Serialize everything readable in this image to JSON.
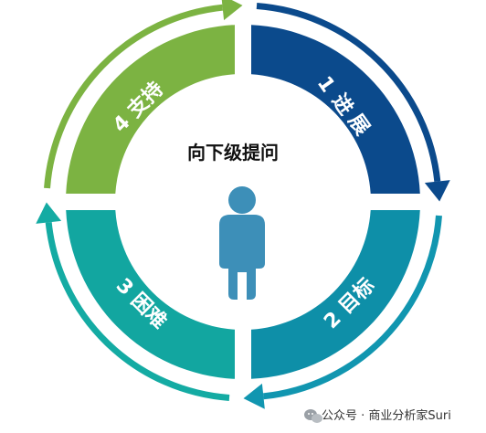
{
  "diagram": {
    "center_title": "向下级提问",
    "segments": [
      {
        "number": "1",
        "label": "进展",
        "color": "#0b4a8c"
      },
      {
        "number": "2",
        "label": "目标",
        "color": "#0e8fa8"
      },
      {
        "number": "3",
        "label": "困难",
        "color": "#12a6a0"
      },
      {
        "number": "4",
        "label": "支持",
        "color": "#7cb342"
      }
    ],
    "arrow_colors": {
      "top_right": "#0b4a8c",
      "bottom_right": "#1196b0",
      "bottom_left": "#14aba3",
      "top_left": "#7cb342"
    },
    "person_color": "#3d8fb8",
    "person_icon": "person-icon"
  },
  "watermark": {
    "icon": "wechat-icon",
    "text": "公众号 · 商业分析家Suri"
  }
}
